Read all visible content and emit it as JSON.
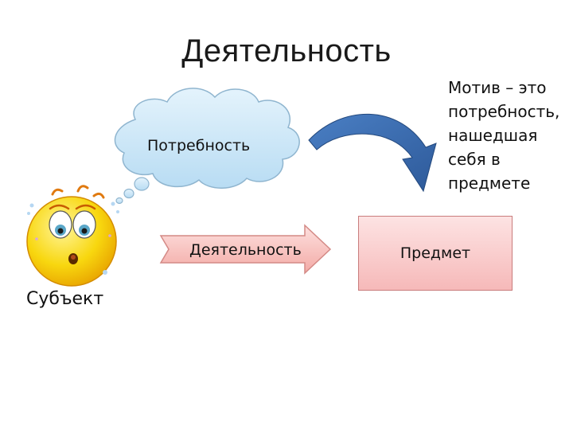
{
  "title": "Деятельность",
  "motive_note": {
    "lines": [
      "Мотив – это",
      "потребность,",
      "нашедшая",
      "себя в",
      "предмете"
    ]
  },
  "subject": {
    "label": "Субъект",
    "icon": "surprised-smiley-face-icon"
  },
  "need": {
    "label": "Потребность",
    "icon": "thought-cloud-icon"
  },
  "activity_arrow": {
    "label": "Деятельность"
  },
  "object": {
    "label": "Предмет"
  },
  "colors": {
    "cloud_fill": "#c9e6f8",
    "cloud_stroke": "#8fb5cf",
    "arrow_fill": "#f7b8b4",
    "arrow_stroke": "#d48a86",
    "curved_arrow": "#3a6fb5",
    "object_fill": "#f9c9c9",
    "face": "#f7d515"
  }
}
